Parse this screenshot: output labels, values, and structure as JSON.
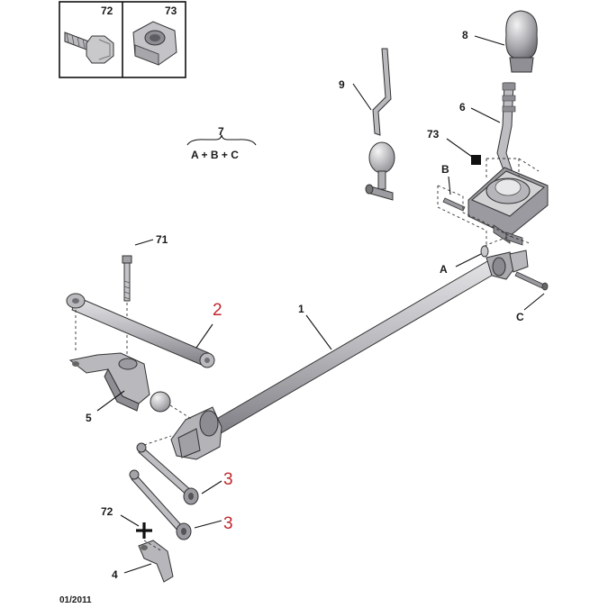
{
  "legend": {
    "box_left_number": "72",
    "box_right_number": "73"
  },
  "group_label": {
    "number": "7",
    "formula": "A + B + C"
  },
  "callouts": {
    "p1": "1",
    "p2": "2",
    "p3_upper": "3",
    "p3_lower": "3",
    "p4": "4",
    "p5": "5",
    "p6": "6",
    "p8": "8",
    "p9": "9",
    "p71": "71",
    "p72": "72",
    "p73": "73",
    "pA": "A",
    "pB": "B",
    "pC": "C"
  },
  "footer": {
    "date": "01/2011"
  },
  "colors": {
    "highlight_label": "#c0262b",
    "part_fill": "#c9c9cc",
    "part_shadow": "#8e8e92",
    "ink": "#1a1a1a"
  }
}
